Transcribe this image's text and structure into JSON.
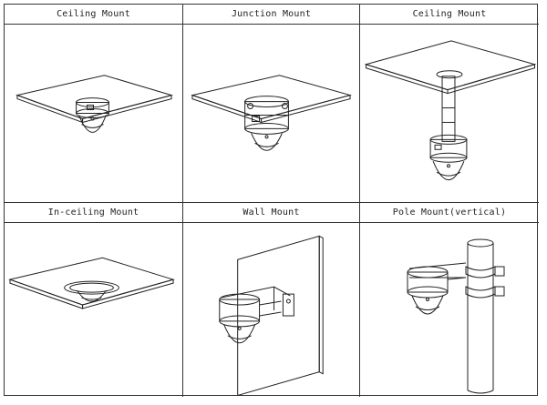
{
  "panels": [
    {
      "label": "Ceiling Mount",
      "illustration": "ceiling-mount-icon"
    },
    {
      "label": "Junction Mount",
      "illustration": "junction-mount-icon"
    },
    {
      "label": "Ceiling Mount",
      "illustration": "pendant-ceiling-mount-icon"
    },
    {
      "label": "In-ceiling Mount",
      "illustration": "in-ceiling-mount-icon"
    },
    {
      "label": "Wall Mount",
      "illustration": "wall-mount-icon"
    },
    {
      "label": "Pole Mount(vertical)",
      "illustration": "pole-mount-icon"
    }
  ],
  "colors": {
    "line": "#222222",
    "background": "#ffffff",
    "grid": "#333333"
  }
}
